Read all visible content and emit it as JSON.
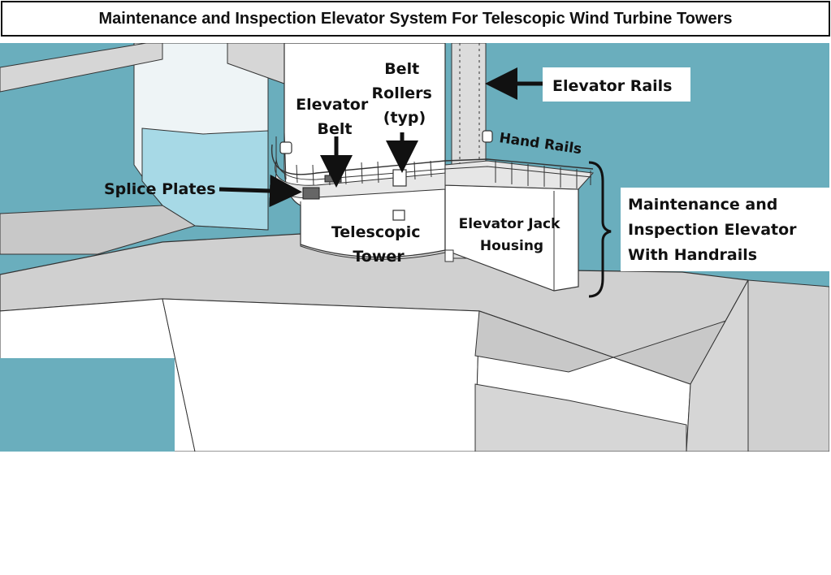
{
  "title": "Maintenance and Inspection Elevator System For Telescopic Wind Turbine Towers",
  "labels": {
    "elevator_belt": [
      "Elevator",
      "Belt"
    ],
    "belt_rollers": [
      "Belt",
      "Rollers",
      "(typ)"
    ],
    "elevator_rails": "Elevator Rails",
    "hand_rails": "Hand Rails",
    "splice_plates": "Splice Plates",
    "telescopic_tower": [
      "Telescopic",
      "Tower"
    ],
    "elevator_jack_housing": [
      "Elevator Jack",
      "Housing"
    ],
    "maintenance_elevator": [
      "Maintenance and",
      "Inspection Elevator",
      "With Handrails"
    ]
  },
  "colors": {
    "teal": "#6aaebd",
    "light_teal": "#a7d9e6",
    "gray_surface": "#d0d0d0",
    "white": "#ffffff",
    "outline": "#222222"
  }
}
